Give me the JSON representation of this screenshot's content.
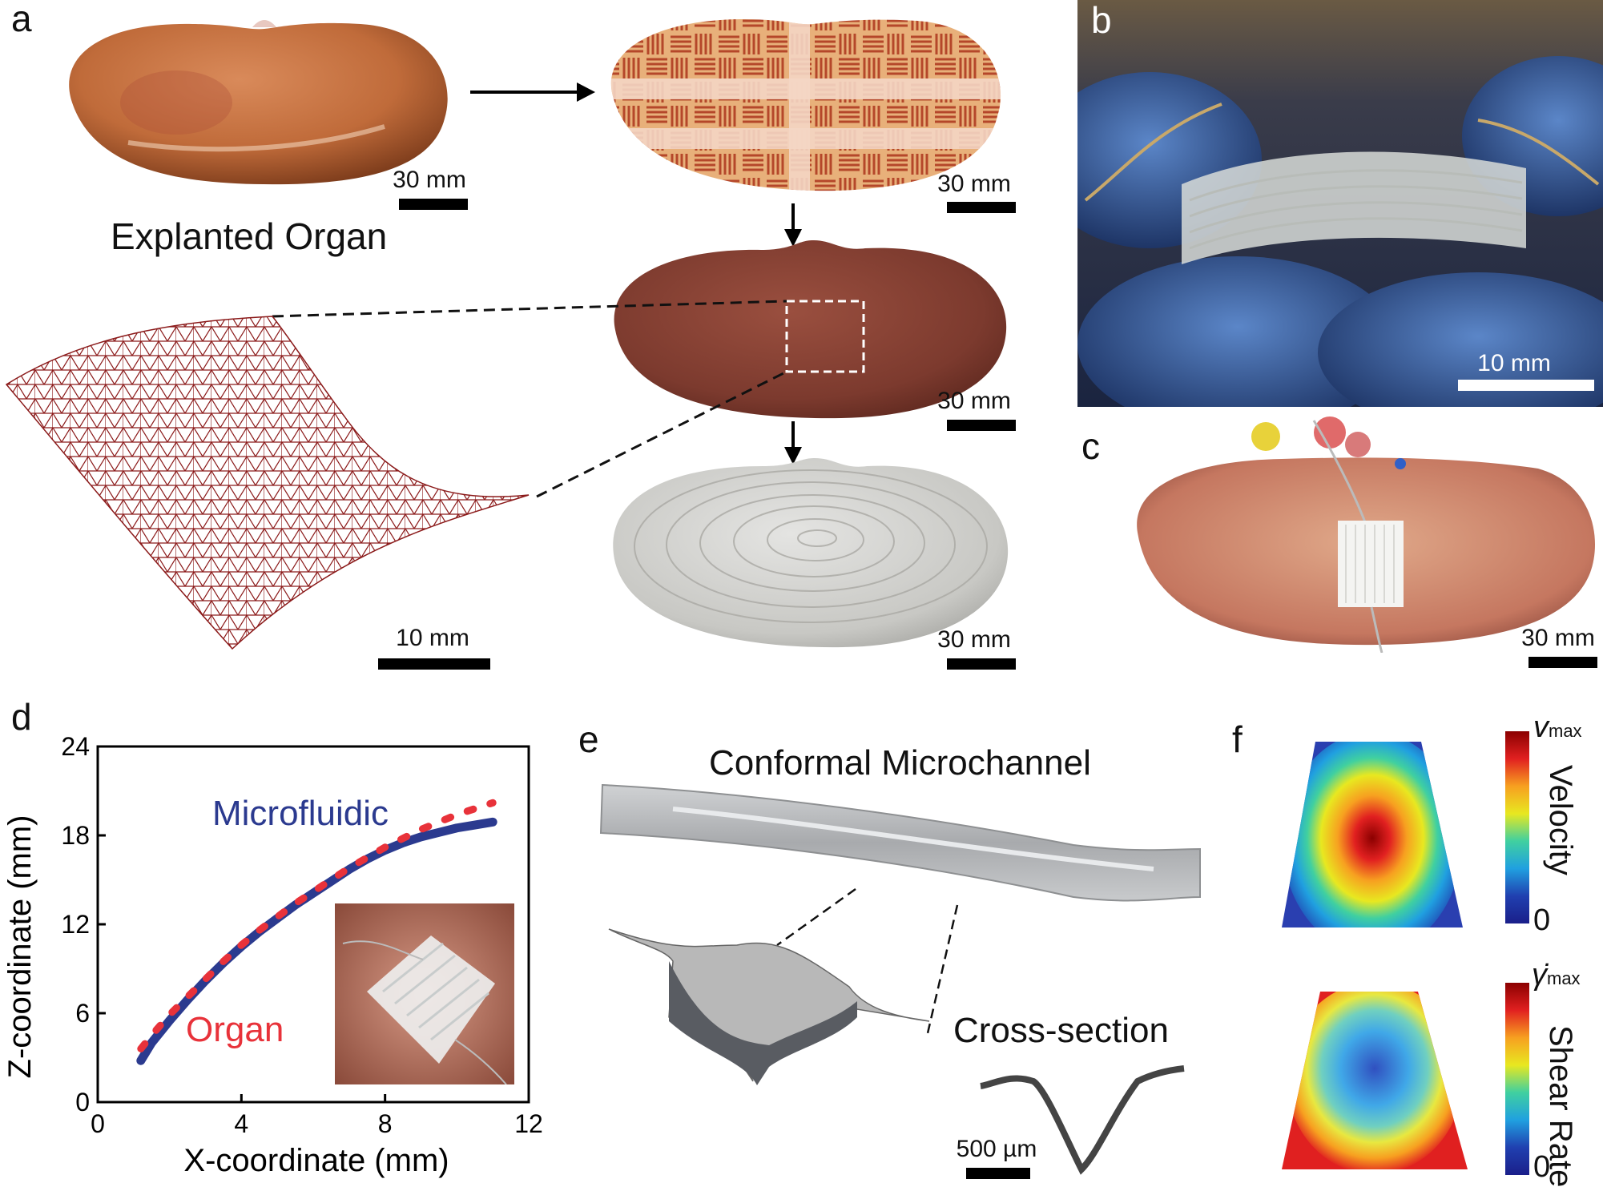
{
  "panels": {
    "a": {
      "letter": "a",
      "explanted_label": "Explanted Organ",
      "scale_bars": [
        "30 mm",
        "30 mm",
        "30 mm",
        "30 mm",
        "10 mm"
      ]
    },
    "b": {
      "letter": "b",
      "scale_bar": "10 mm"
    },
    "c": {
      "letter": "c",
      "scale_bar": "30 mm"
    },
    "d": {
      "letter": "d",
      "microfluidic_label": "Microfluidic",
      "organ_label": "Organ"
    },
    "e": {
      "letter": "e",
      "title": "Conformal Microchannel",
      "cross_section_label": "Cross-section",
      "scale_bar": "500 µm"
    },
    "f": {
      "letter": "f",
      "velocity_max": "v",
      "velocity_max_sub": "max",
      "velocity_label": "Velocity",
      "velocity_min": "0",
      "shear_max": "γ̇",
      "shear_max_sub": "max",
      "shear_label": "Shear Rate",
      "shear_min": "0"
    }
  },
  "colors": {
    "microfluidic": "#2b3a8f",
    "organ": "#e8323a",
    "kidney": "#c4703f",
    "mesh": "#8b1a1a"
  },
  "chart_data": {
    "type": "line",
    "xlabel": "X-coordinate (mm)",
    "ylabel": "Z-coordinate (mm)",
    "xlim": [
      0,
      12
    ],
    "ylim": [
      0,
      24
    ],
    "xticks": [
      "0",
      "4",
      "8",
      "12"
    ],
    "yticks": [
      "0",
      "6",
      "12",
      "18",
      "24"
    ],
    "grid": false,
    "series": [
      {
        "name": "Microfluidic",
        "style": "solid",
        "x": [
          1.2,
          1.5,
          2.0,
          2.5,
          3.0,
          3.5,
          4.0,
          4.5,
          5.0,
          5.5,
          6.0,
          6.5,
          7.0,
          7.5,
          8.0,
          8.5,
          9.0,
          9.5,
          10.0,
          10.5,
          11.0
        ],
        "y": [
          2.8,
          4.0,
          5.5,
          6.9,
          8.2,
          9.4,
          10.5,
          11.5,
          12.4,
          13.3,
          14.1,
          14.9,
          15.7,
          16.4,
          17.0,
          17.5,
          17.9,
          18.2,
          18.5,
          18.7,
          18.9
        ]
      },
      {
        "name": "Organ",
        "style": "dashed",
        "x": [
          1.2,
          1.5,
          2.0,
          2.5,
          3.0,
          3.5,
          4.0,
          4.5,
          5.0,
          5.5,
          6.0,
          6.5,
          7.0,
          7.5,
          8.0,
          8.5,
          9.0,
          9.5,
          10.0,
          10.5,
          11.0
        ],
        "y": [
          3.6,
          4.5,
          5.9,
          7.1,
          8.3,
          9.5,
          10.6,
          11.6,
          12.5,
          13.4,
          14.2,
          15.0,
          15.8,
          16.5,
          17.2,
          17.8,
          18.4,
          18.9,
          19.4,
          19.8,
          20.2
        ]
      }
    ]
  }
}
